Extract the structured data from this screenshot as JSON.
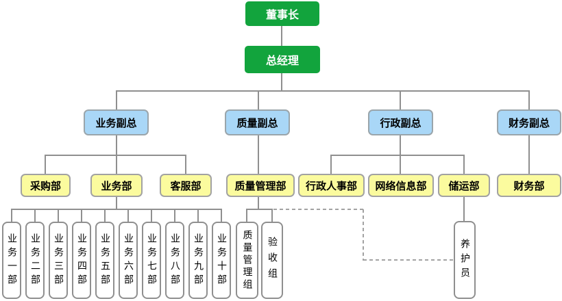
{
  "diagram": {
    "type": "org-chart",
    "background_color": "#ffffff",
    "colors": {
      "executive_box": "#12a43d",
      "executive_text": "#ffffff",
      "vp_box": "#a9d7f7",
      "department_box": "#fbfb9e",
      "team_box": "#ffffff",
      "box_border": "#9c9c9c",
      "connector": "#8f8f8f",
      "dashed_connector": "#a2a2a2",
      "text": "#000000"
    },
    "nodes": {
      "chairman": {
        "label": "董事长",
        "level": 1
      },
      "general_manager": {
        "label": "总经理",
        "level": 2
      },
      "vp_business": {
        "label": "业务副总",
        "level": 3
      },
      "vp_quality": {
        "label": "质量副总",
        "level": 3
      },
      "vp_admin": {
        "label": "行政副总",
        "level": 3
      },
      "vp_finance": {
        "label": "财务副总",
        "level": 3
      },
      "purchasing_dept": {
        "label": "采购部",
        "level": 4
      },
      "business_dept": {
        "label": "业务部",
        "level": 4
      },
      "customer_service_dept": {
        "label": "客服部",
        "level": 4
      },
      "quality_mgmt_dept": {
        "label": "质量管理部",
        "level": 4
      },
      "admin_hr_dept": {
        "label": "行政人事部",
        "level": 4
      },
      "network_info_dept": {
        "label": "网络信息部",
        "level": 4
      },
      "storage_transport_dept": {
        "label": "储运部",
        "level": 4
      },
      "finance_dept": {
        "label": "财务部",
        "level": 4
      },
      "biz_unit_1": {
        "label": "业务一部",
        "level": 5
      },
      "biz_unit_2": {
        "label": "业务二部",
        "level": 5
      },
      "biz_unit_3": {
        "label": "业务三部",
        "level": 5
      },
      "biz_unit_4": {
        "label": "业务四部",
        "level": 5
      },
      "biz_unit_5": {
        "label": "业务五部",
        "level": 5
      },
      "biz_unit_6": {
        "label": "业务六部",
        "level": 5
      },
      "biz_unit_7": {
        "label": "业务七部",
        "level": 5
      },
      "biz_unit_8": {
        "label": "业务八部",
        "level": 5
      },
      "biz_unit_9": {
        "label": "业务九部",
        "level": 5
      },
      "biz_unit_10": {
        "label": "业务十部",
        "level": 5
      },
      "quality_mgmt_group": {
        "label": "质量管理组",
        "level": 5
      },
      "acceptance_group": {
        "label": "验收组",
        "level": 5
      },
      "maintenance_staff": {
        "label": "养护员",
        "level": 5
      }
    },
    "edges": [
      {
        "from": "chairman",
        "to": "general_manager",
        "style": "solid"
      },
      {
        "from": "general_manager",
        "to": "vp_business",
        "style": "solid"
      },
      {
        "from": "general_manager",
        "to": "vp_quality",
        "style": "solid"
      },
      {
        "from": "general_manager",
        "to": "vp_admin",
        "style": "solid"
      },
      {
        "from": "general_manager",
        "to": "vp_finance",
        "style": "solid"
      },
      {
        "from": "vp_business",
        "to": "purchasing_dept",
        "style": "solid"
      },
      {
        "from": "vp_business",
        "to": "business_dept",
        "style": "solid"
      },
      {
        "from": "vp_business",
        "to": "customer_service_dept",
        "style": "solid"
      },
      {
        "from": "vp_quality",
        "to": "quality_mgmt_dept",
        "style": "solid"
      },
      {
        "from": "vp_admin",
        "to": "admin_hr_dept",
        "style": "solid"
      },
      {
        "from": "vp_admin",
        "to": "network_info_dept",
        "style": "solid"
      },
      {
        "from": "vp_admin",
        "to": "storage_transport_dept",
        "style": "solid"
      },
      {
        "from": "vp_finance",
        "to": "finance_dept",
        "style": "solid"
      },
      {
        "from": "business_dept",
        "to": "biz_unit_1",
        "style": "solid"
      },
      {
        "from": "business_dept",
        "to": "biz_unit_2",
        "style": "solid"
      },
      {
        "from": "business_dept",
        "to": "biz_unit_3",
        "style": "solid"
      },
      {
        "from": "business_dept",
        "to": "biz_unit_4",
        "style": "solid"
      },
      {
        "from": "business_dept",
        "to": "biz_unit_5",
        "style": "solid"
      },
      {
        "from": "business_dept",
        "to": "biz_unit_6",
        "style": "solid"
      },
      {
        "from": "business_dept",
        "to": "biz_unit_7",
        "style": "solid"
      },
      {
        "from": "business_dept",
        "to": "biz_unit_8",
        "style": "solid"
      },
      {
        "from": "business_dept",
        "to": "biz_unit_9",
        "style": "solid"
      },
      {
        "from": "business_dept",
        "to": "biz_unit_10",
        "style": "solid"
      },
      {
        "from": "quality_mgmt_dept",
        "to": "quality_mgmt_group",
        "style": "solid"
      },
      {
        "from": "quality_mgmt_dept",
        "to": "acceptance_group",
        "style": "solid"
      },
      {
        "from": "storage_transport_dept",
        "to": "maintenance_staff",
        "style": "solid"
      },
      {
        "from": "quality_mgmt_dept",
        "to": "maintenance_staff",
        "style": "dashed"
      }
    ]
  }
}
